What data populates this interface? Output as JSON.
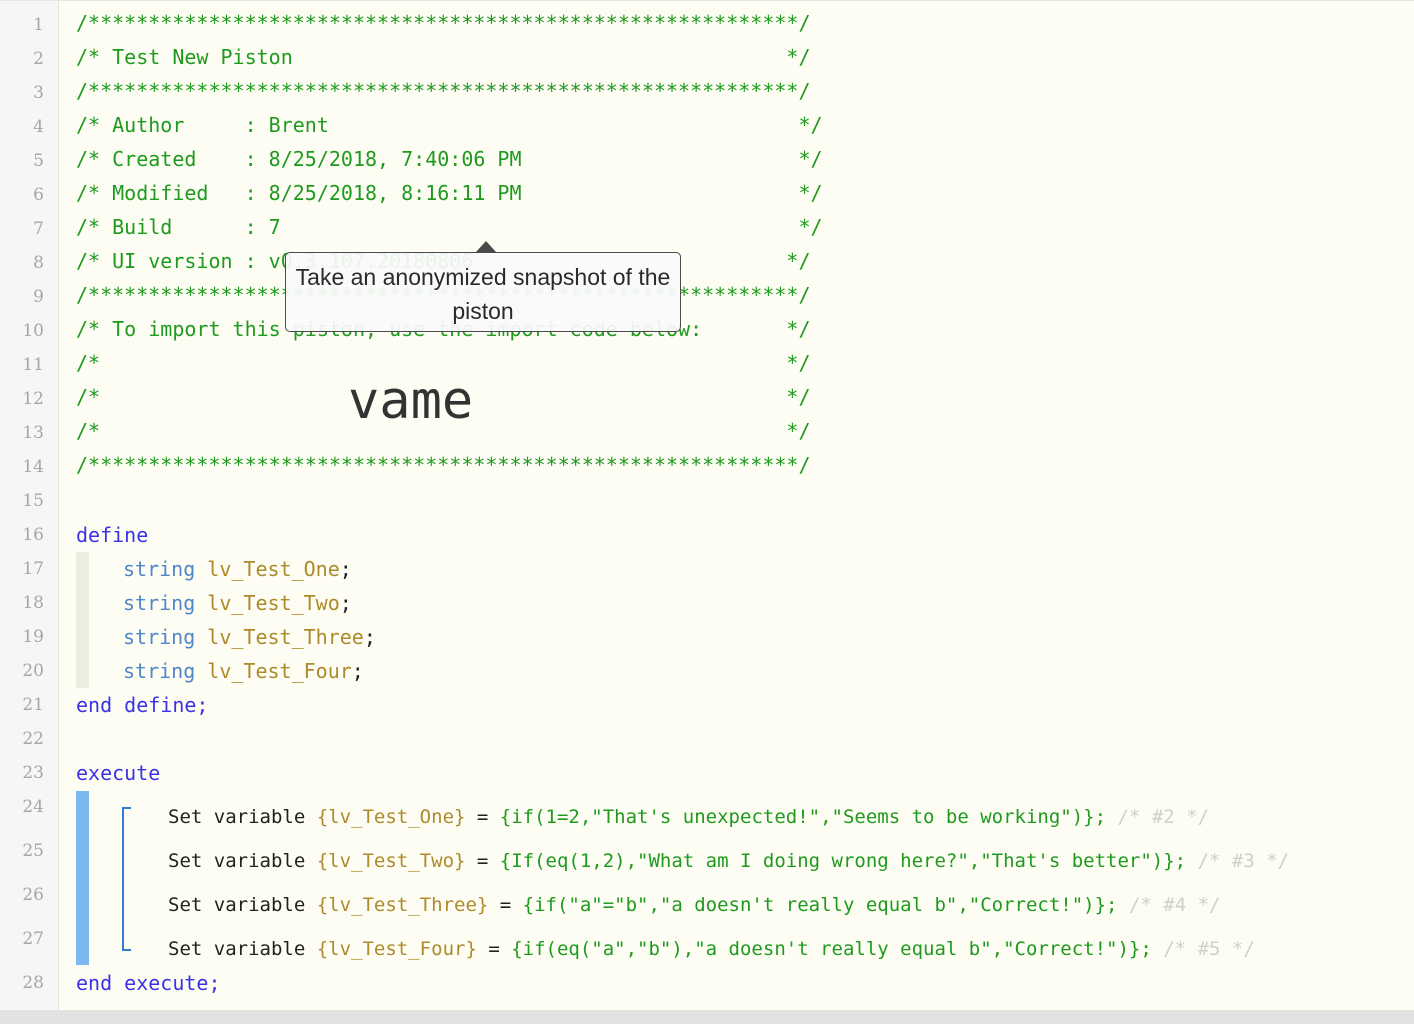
{
  "gutter": {
    "line_numbers": [
      "1",
      "2",
      "3",
      "4",
      "5",
      "6",
      "7",
      "8",
      "9",
      "10",
      "11",
      "12",
      "13",
      "14",
      "15",
      "16",
      "17",
      "18",
      "19",
      "20",
      "21",
      "22",
      "23",
      "24",
      "25",
      "26",
      "27",
      "28"
    ]
  },
  "header": {
    "stars": "/***********************************************************/",
    "title": "/* Test New Piston                                         */",
    "author": "/* Author     : Brent                                       */",
    "created": "/* Created    : 8/25/2018, 7:40:06 PM                       */",
    "modified": "/* Modified   : 8/25/2018, 8:16:11 PM                       */",
    "build": "/* Build      : 7                                           */",
    "ui_version": "/* UI version : v0.3.107.20180806                          */",
    "import": "/* To import this piston, use the import code below:       */",
    "blank": "/*                                                         */",
    "import_code": "vame"
  },
  "define": {
    "start": "define",
    "end": "end define;",
    "type": "string",
    "vars": [
      "lv_Test_One",
      "lv_Test_Two",
      "lv_Test_Three",
      "lv_Test_Four"
    ],
    "semi": ";"
  },
  "execute": {
    "start": "execute",
    "end": "end execute;",
    "stmts": [
      {
        "kw": "Set variable",
        "var": "{lv_Test_One}",
        "eq": " = ",
        "expr": "{if(1=2,\"That's unexpected!\",\"Seems to be working\")};",
        "cmt": "/* #2 */"
      },
      {
        "kw": "Set variable",
        "var": "{lv_Test_Two}",
        "eq": " = ",
        "expr": "{If(eq(1,2),\"What am I doing wrong here?\",\"That's better\")};",
        "cmt": "/* #3 */"
      },
      {
        "kw": "Set variable",
        "var": "{lv_Test_Three}",
        "eq": " = ",
        "expr": "{if(\"a\"=\"b\",\"a doesn't really equal b\",\"Correct!\")};",
        "cmt": "/* #4 */"
      },
      {
        "kw": "Set variable",
        "var": "{lv_Test_Four}",
        "eq": " = ",
        "expr": "{if(eq(\"a\",\"b\"),\"a doesn't really equal b\",\"Correct!\")};",
        "cmt": "/* #5 */"
      }
    ]
  },
  "tooltip": {
    "text": "Take an anonymized snapshot of the piston"
  }
}
